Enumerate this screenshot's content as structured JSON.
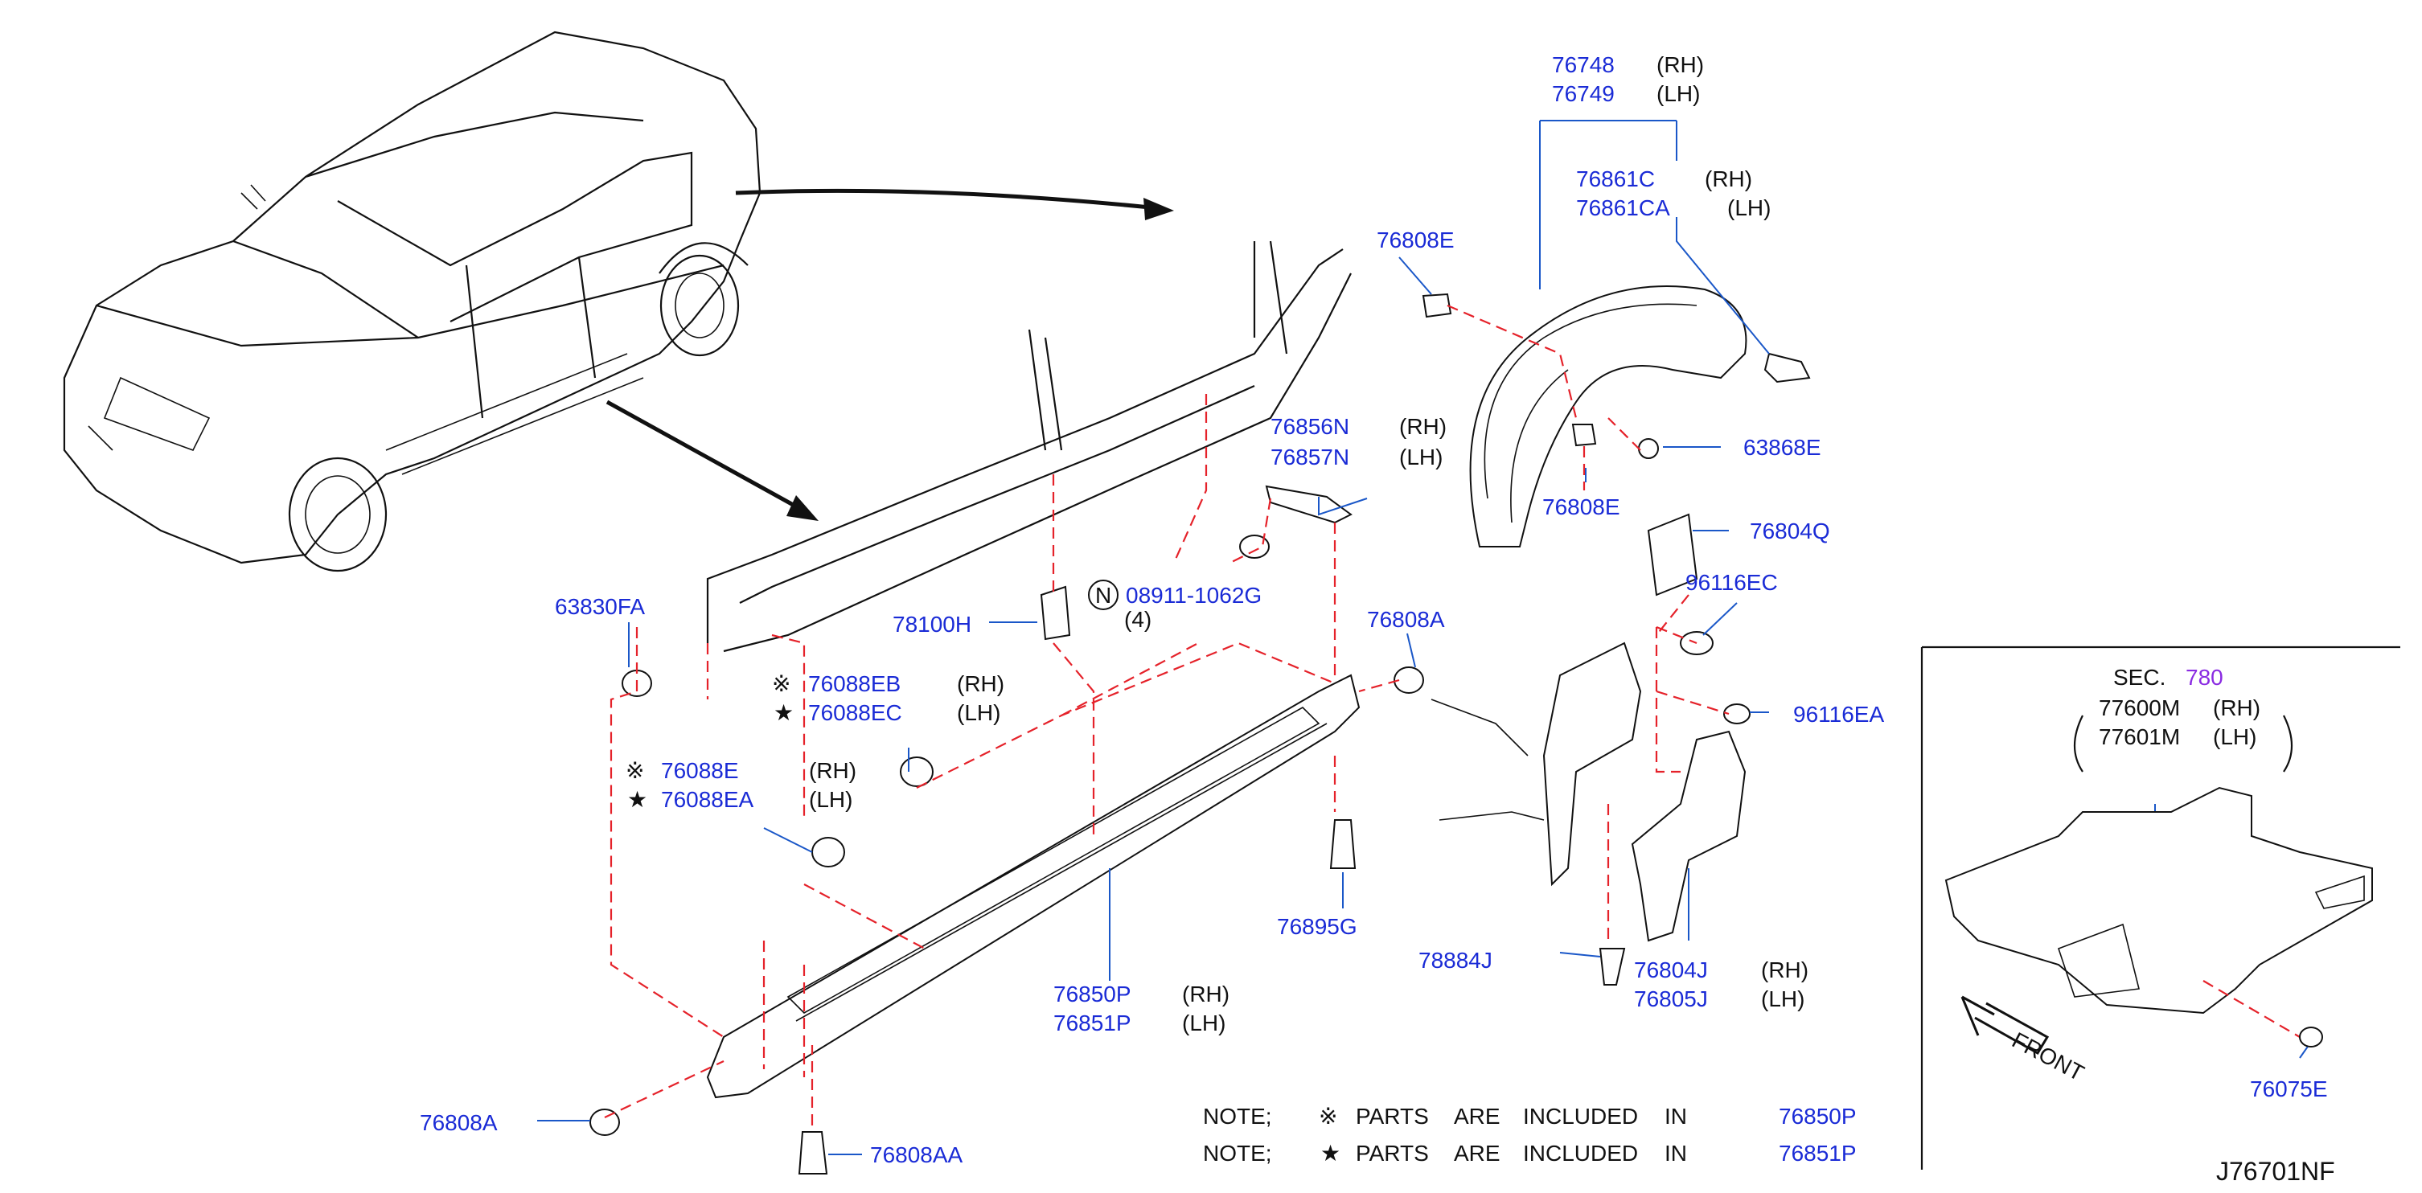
{
  "labels": {
    "p76748": "76748",
    "p76749": "76749",
    "p76861c": "76861C",
    "p76861ca": "76861CA",
    "p76808e_a": "76808E",
    "p76808e_b": "76808E",
    "p63868e": "63868E",
    "p76856n": "76856N",
    "p76857n": "76857N",
    "p76804q": "76804Q",
    "p96116ec": "96116EC",
    "p96116ea": "96116EA",
    "p63830fa": "63830FA",
    "p08911": "08911-1062G",
    "qty4": "(4)",
    "n_symbol": "N",
    "p78100h": "78100H",
    "p76808a_top": "76808A",
    "p76808a_bot": "76808A",
    "p76088eb": "76088EB",
    "p76088ec": "76088EC",
    "p76088e": "76088E",
    "p76088ea": "76088EA",
    "p76895g": "76895G",
    "p78884j": "78884J",
    "p76804j": "76804J",
    "p76805j": "76805J",
    "p76850p": "76850P",
    "p76851p": "76851P",
    "p76808aa": "76808AA",
    "p77600m": "77600M",
    "p77601m": "77601M",
    "p76075e": "76075E",
    "sec": "SEC.",
    "sec_num": "780",
    "front": "FRONT",
    "rh": "(RH)",
    "lh": "(LH)"
  },
  "notes": [
    {
      "prefix": "NOTE;",
      "symbol": "※",
      "text_parts": "PARTS",
      "text_are": "ARE",
      "text_included": "INCLUDED",
      "text_in": "IN",
      "part": "76850P"
    },
    {
      "prefix": "NOTE;",
      "symbol": "★",
      "text_parts": "PARTS",
      "text_are": "ARE",
      "text_included": "INCLUDED",
      "text_in": "IN",
      "part": "76851P"
    }
  ],
  "symbols": {
    "kome": "※",
    "star": "★"
  },
  "diagram_id": "J76701NF",
  "colors": {
    "part_number": "#1a2bd6",
    "section_ref": "#8a2be2",
    "dashed_leader": "#e5222a",
    "leader": "#1a57c8"
  }
}
